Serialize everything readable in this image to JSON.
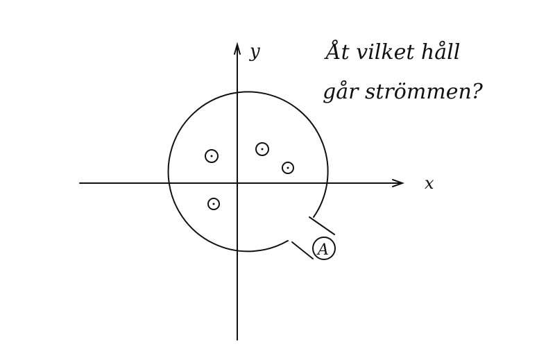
{
  "question": {
    "line1": "Åt vilket håll",
    "line2": "går strömmen?"
  },
  "axes": {
    "x_label": "x",
    "y_label": "y"
  },
  "label_A": "A",
  "stroke_color": "#111111",
  "background_color": "#ffffff"
}
